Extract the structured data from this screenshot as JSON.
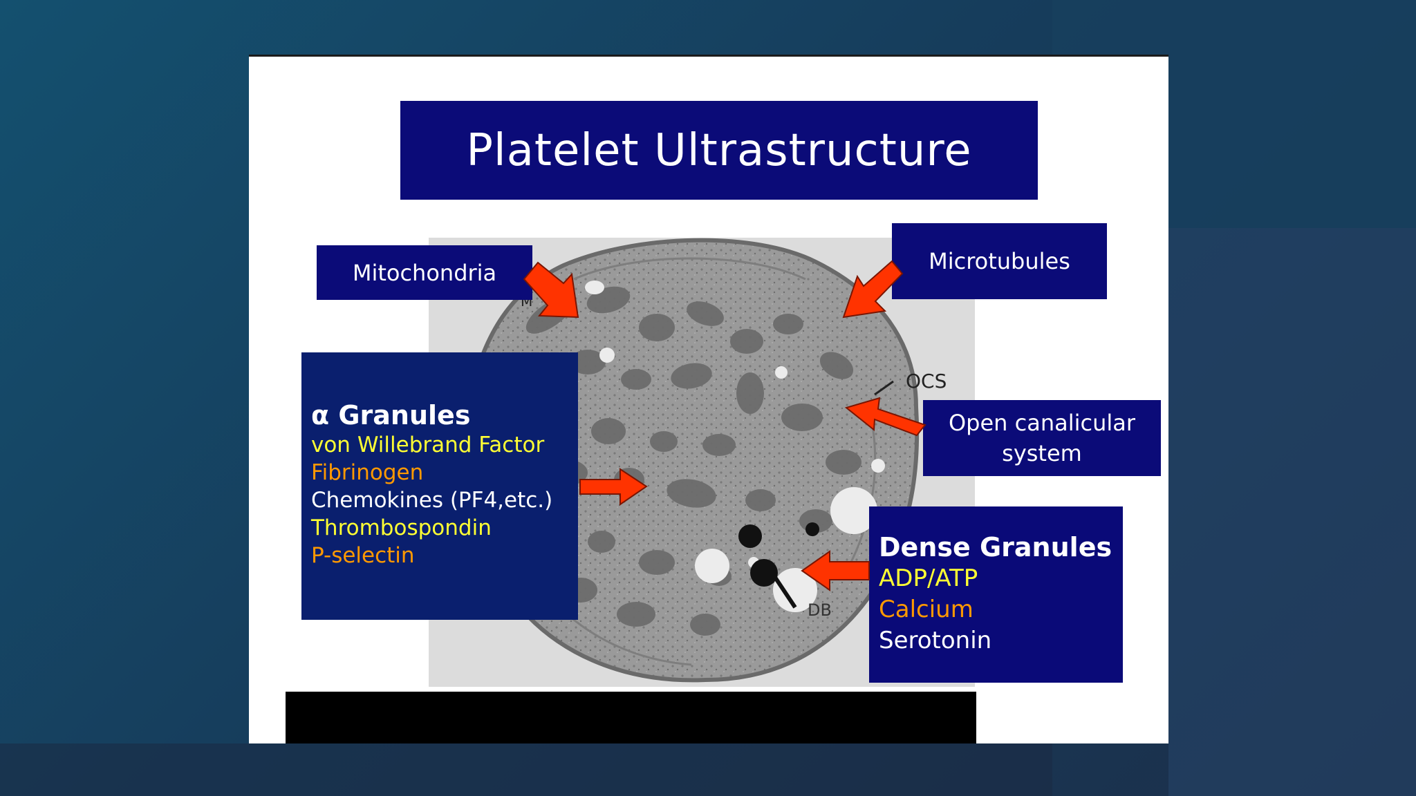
{
  "title": "Platelet Ultrastructure",
  "labels": {
    "mitochondria": "Mitochondria",
    "microtubules": "Microtubules",
    "open_canalicular_system": "Open canalicular\nsystem",
    "micrograph_ocs": "OCS",
    "micrograph_db": "DB",
    "micrograph_m": "M"
  },
  "alpha_granules": {
    "heading": "α Granules",
    "items": [
      {
        "text": "von Willebrand Factor",
        "color": "#ffff33"
      },
      {
        "text": "Fibrinogen",
        "color": "#ff9900"
      },
      {
        "text": "Chemokines (PF4,etc.)",
        "color": "#ffffff"
      },
      {
        "text": "Thrombospondin",
        "color": "#ffff33"
      },
      {
        "text": "P-selectin",
        "color": "#ff9900"
      }
    ]
  },
  "dense_granules": {
    "heading": "Dense Granules",
    "items": [
      {
        "text": "ADP/ATP",
        "color": "#ffff33"
      },
      {
        "text": "Calcium",
        "color": "#ff9900"
      },
      {
        "text": "Serotonin",
        "color": "#ffffff"
      }
    ]
  },
  "colors": {
    "box_navy": "#0b0b78",
    "arrow_red": "#ff3300"
  }
}
